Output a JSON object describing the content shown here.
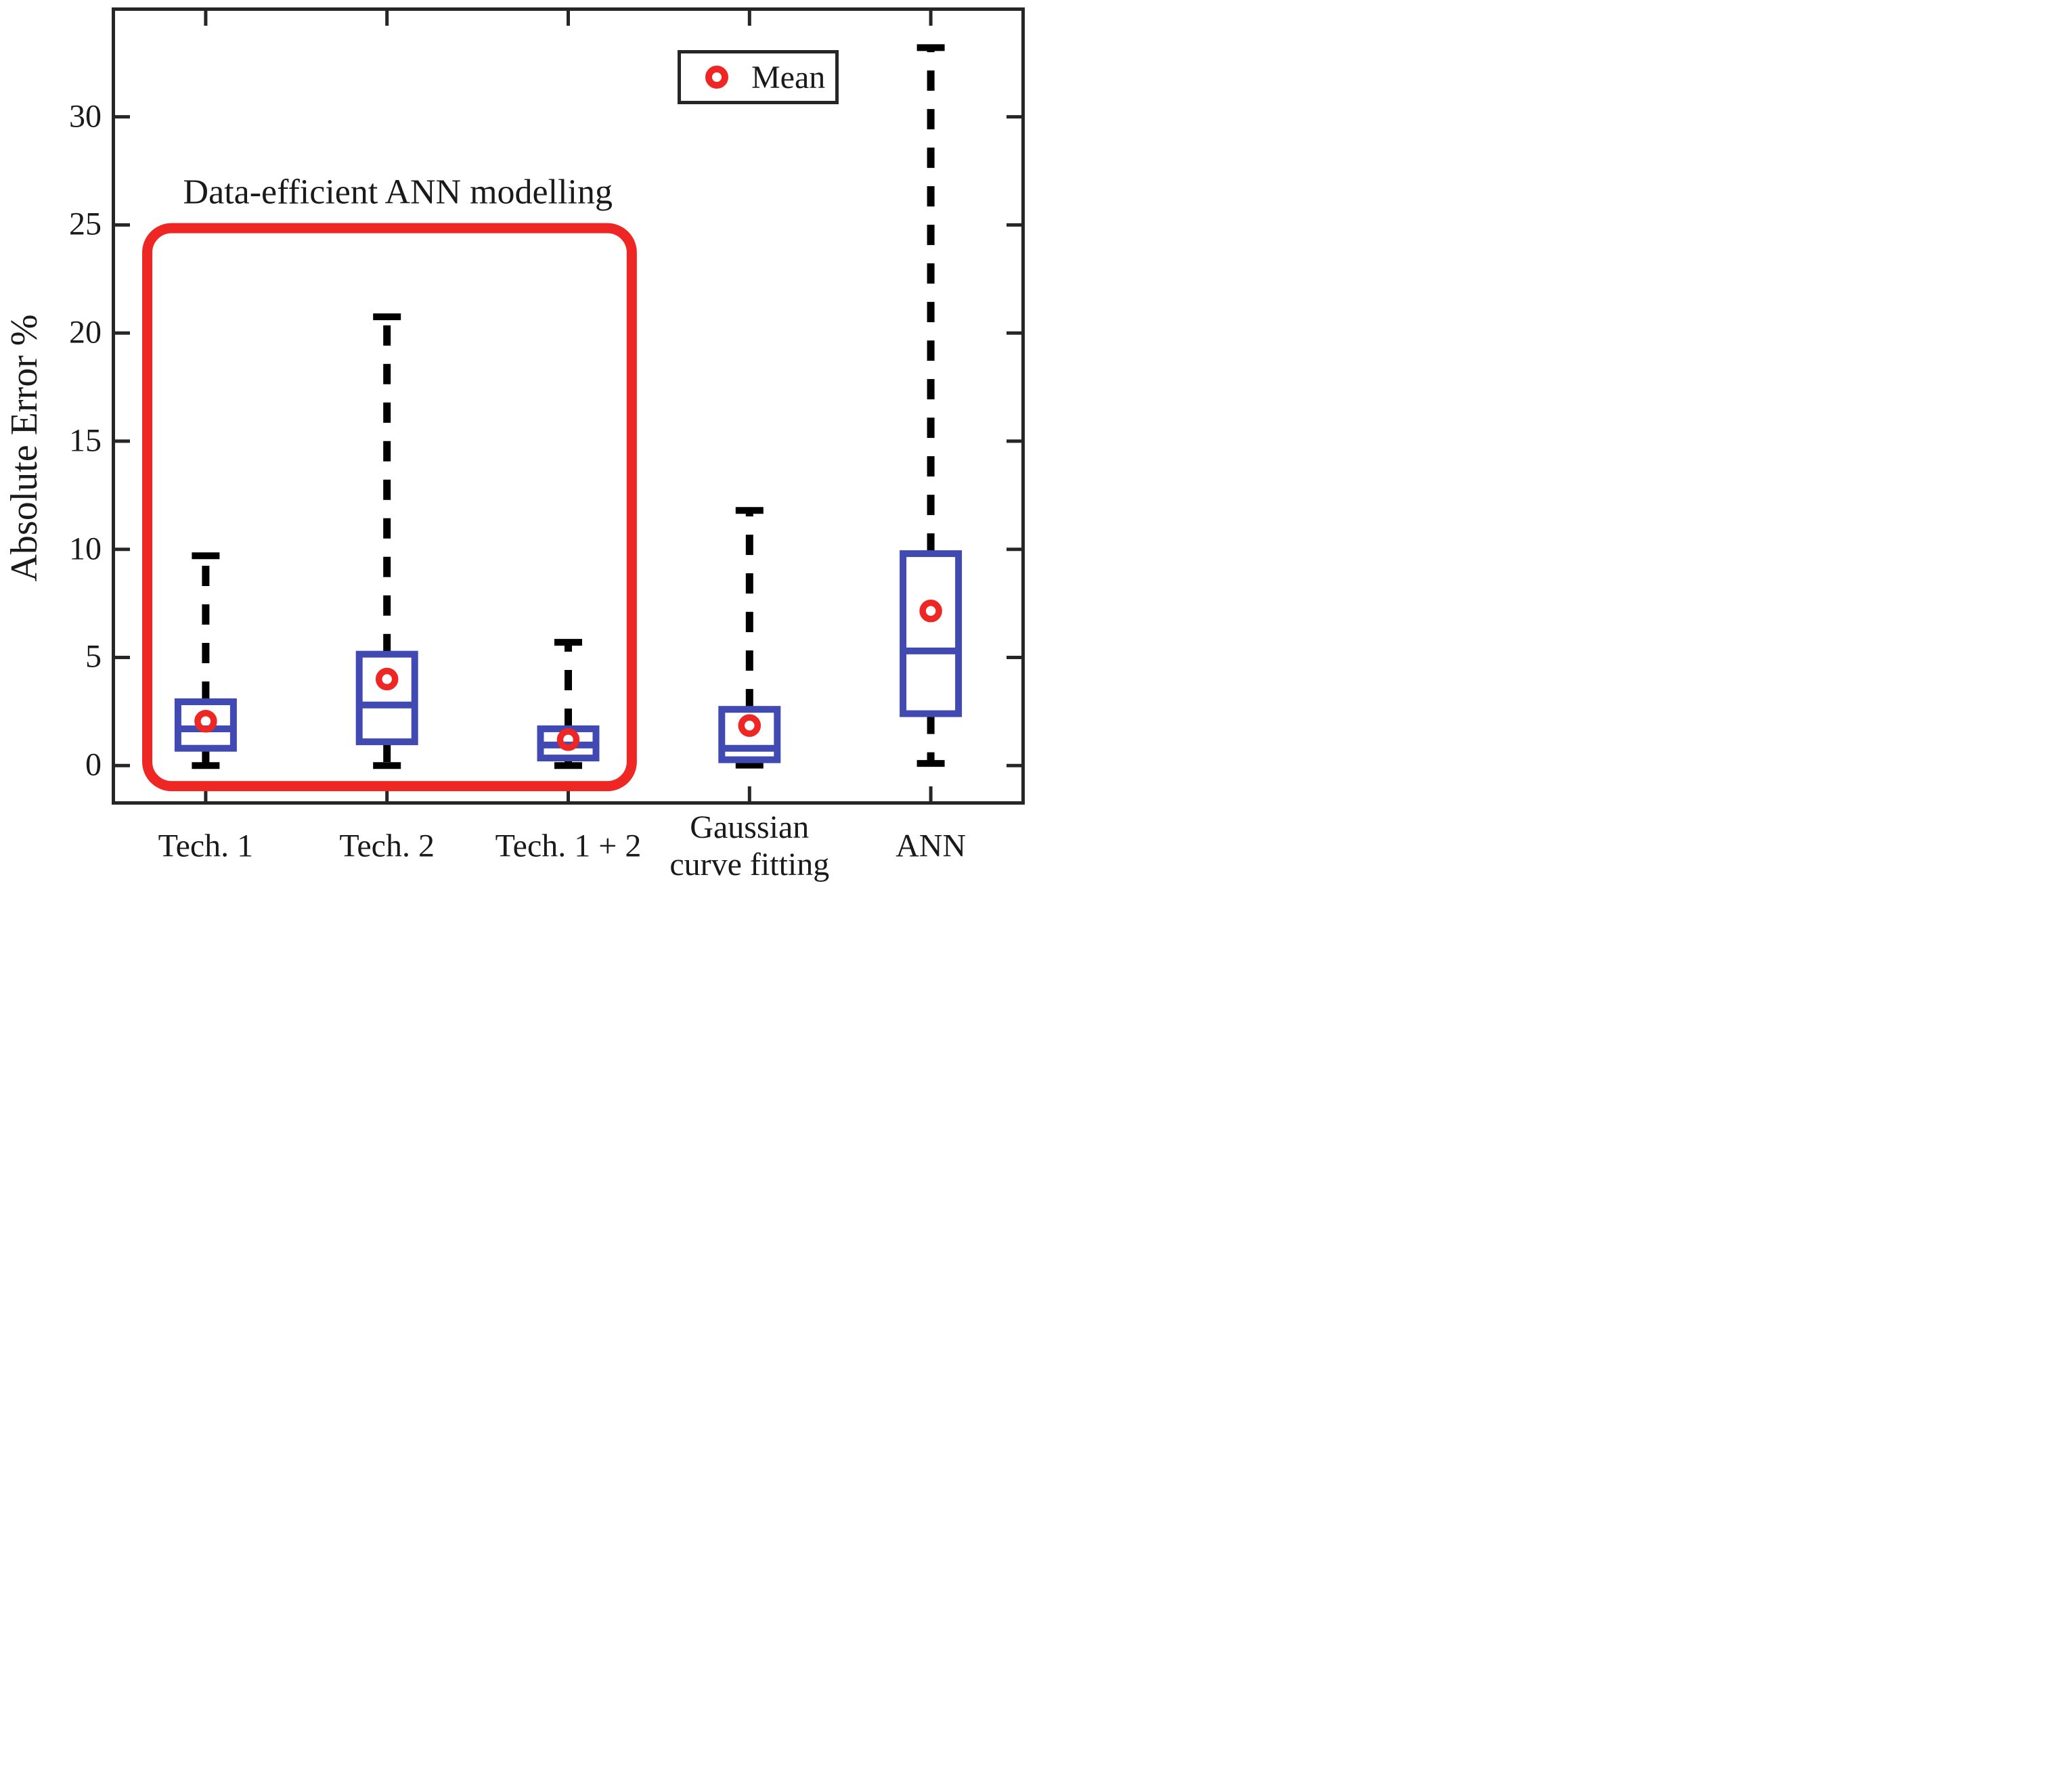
{
  "figure": {
    "ylabel": "Absolute Error %",
    "annotation_text": "Data-efficient ANN modelling",
    "legend_label": "Mean"
  },
  "colors": {
    "frame": "#262626",
    "text": "#1a1a1a",
    "box_blue": "#414ab2",
    "whisker_black": "#000000",
    "mean_red": "#ee2724",
    "annotation_red": "#ee2724",
    "background": "#ffffff"
  },
  "chart_data": {
    "type": "boxplot",
    "title": "",
    "xlabel": "",
    "ylabel": "Absolute Error %",
    "ylim": [
      -1.65,
      34.9
    ],
    "yticks": [
      0,
      5,
      10,
      15,
      20,
      25,
      30
    ],
    "grid": false,
    "legend_entries": [
      "Mean"
    ],
    "legend_position": "top-right-inside",
    "categories": [
      "Tech. 1",
      "Tech. 2",
      "Tech. 1 + 2",
      "Gaussian\ncurve fitting",
      "ANN"
    ],
    "series": [
      {
        "name": "Tech. 1",
        "whisker_low": 0.0,
        "q1": 0.8,
        "median": 1.7,
        "q3": 2.95,
        "whisker_high": 9.7,
        "mean": 2.05
      },
      {
        "name": "Tech. 2",
        "whisker_low": 0.0,
        "q1": 1.1,
        "median": 2.8,
        "q3": 5.15,
        "whisker_high": 20.75,
        "mean": 4.0
      },
      {
        "name": "Tech. 1 + 2",
        "whisker_low": 0.0,
        "q1": 0.35,
        "median": 0.95,
        "q3": 1.7,
        "whisker_high": 5.7,
        "mean": 1.2
      },
      {
        "name": "Gaussian curve fitting",
        "whisker_low": 0.02,
        "q1": 0.27,
        "median": 0.8,
        "q3": 2.6,
        "whisker_high": 11.8,
        "mean": 1.85
      },
      {
        "name": "ANN",
        "whisker_low": 0.1,
        "q1": 2.4,
        "median": 5.3,
        "q3": 9.8,
        "whisker_high": 33.2,
        "mean": 7.15
      }
    ],
    "annotation": {
      "text": "Data-efficient ANN modelling",
      "covers_categories": [
        "Tech. 1",
        "Tech. 2",
        "Tech. 1 + 2"
      ],
      "x_left_frac": 0.0355,
      "x_right_frac": 0.5701,
      "y_top_value": 24.85,
      "y_bottom_value": -0.95,
      "text_x_frac": 0.312,
      "text_y_value": 26.5
    }
  }
}
